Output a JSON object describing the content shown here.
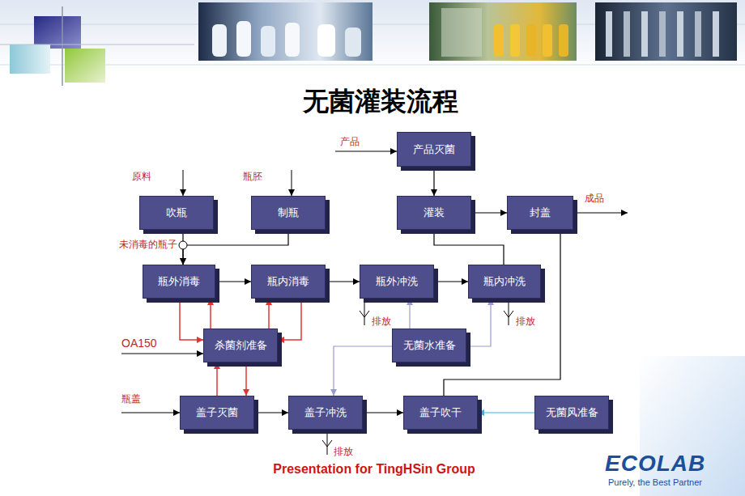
{
  "diagram": {
    "title": "无菌灌装流程",
    "nodes": [
      {
        "text": [
          "产品灭菌"
        ]
      },
      {
        "text": [
          "吹瓶"
        ]
      },
      {
        "text": [
          "制瓶"
        ]
      },
      {
        "text": [
          "灌装"
        ]
      },
      {
        "text": [
          "封盖"
        ]
      },
      {
        "text": [
          "瓶外消毒"
        ]
      },
      {
        "text": [
          "瓶内消毒"
        ]
      },
      {
        "text": [
          "瓶外冲洗"
        ]
      },
      {
        "text": [
          "瓶内冲洗"
        ]
      },
      {
        "text": [
          "杀菌剂准备"
        ]
      },
      {
        "text": [
          "无菌水准备"
        ]
      },
      {
        "text": [
          "盖子灭菌"
        ]
      },
      {
        "text": [
          "盖子冲洗"
        ]
      },
      {
        "text": [
          "盖子吹干"
        ]
      },
      {
        "text": [
          "无菌风准备"
        ]
      }
    ],
    "edges": [
      {
        "from": 0,
        "to": 3,
        "arrow": "to"
      },
      {
        "from": 3,
        "to": 4,
        "arrow": "to"
      },
      {
        "from": 1,
        "to": 5,
        "arrow": "to"
      },
      {
        "from": 2,
        "to": 5,
        "arrow": "to"
      },
      {
        "from": 5,
        "to": 6,
        "arrow": "to"
      },
      {
        "from": 6,
        "to": 7,
        "arrow": "to"
      },
      {
        "from": 7,
        "to": 8,
        "arrow": "to"
      },
      {
        "from": 8,
        "to": 3,
        "arrow": "none"
      },
      {
        "from": 5,
        "to": 9,
        "arrow": "to"
      },
      {
        "from": 9,
        "to": 5,
        "arrow": "to"
      },
      {
        "from": 9,
        "to": 6,
        "arrow": "to"
      },
      {
        "from": 6,
        "to": 9,
        "arrow": "to"
      },
      {
        "from": 11,
        "to": 9,
        "arrow": "to"
      },
      {
        "from": 9,
        "to": 11,
        "arrow": "to"
      },
      {
        "from": 10,
        "to": 7,
        "arrow": "to"
      },
      {
        "from": 10,
        "to": 8,
        "arrow": "to"
      },
      {
        "from": 10,
        "to": 12,
        "arrow": "to"
      },
      {
        "from": 11,
        "to": 12,
        "arrow": "to"
      },
      {
        "from": 12,
        "to": 13,
        "arrow": "to"
      },
      {
        "from": 14,
        "to": 13,
        "arrow": "to"
      },
      {
        "from": 13,
        "to": 4,
        "arrow": "none"
      }
    ],
    "labels": [
      "原料",
      "瓶胚",
      "产品",
      "成品",
      "未消毒的瓶子",
      "OA150",
      "瓶盖",
      "排放",
      "排放",
      "排放",
      "Presentation for TingHSin Group",
      "ECOLAB",
      "Purely, the Best Partner"
    ]
  }
}
